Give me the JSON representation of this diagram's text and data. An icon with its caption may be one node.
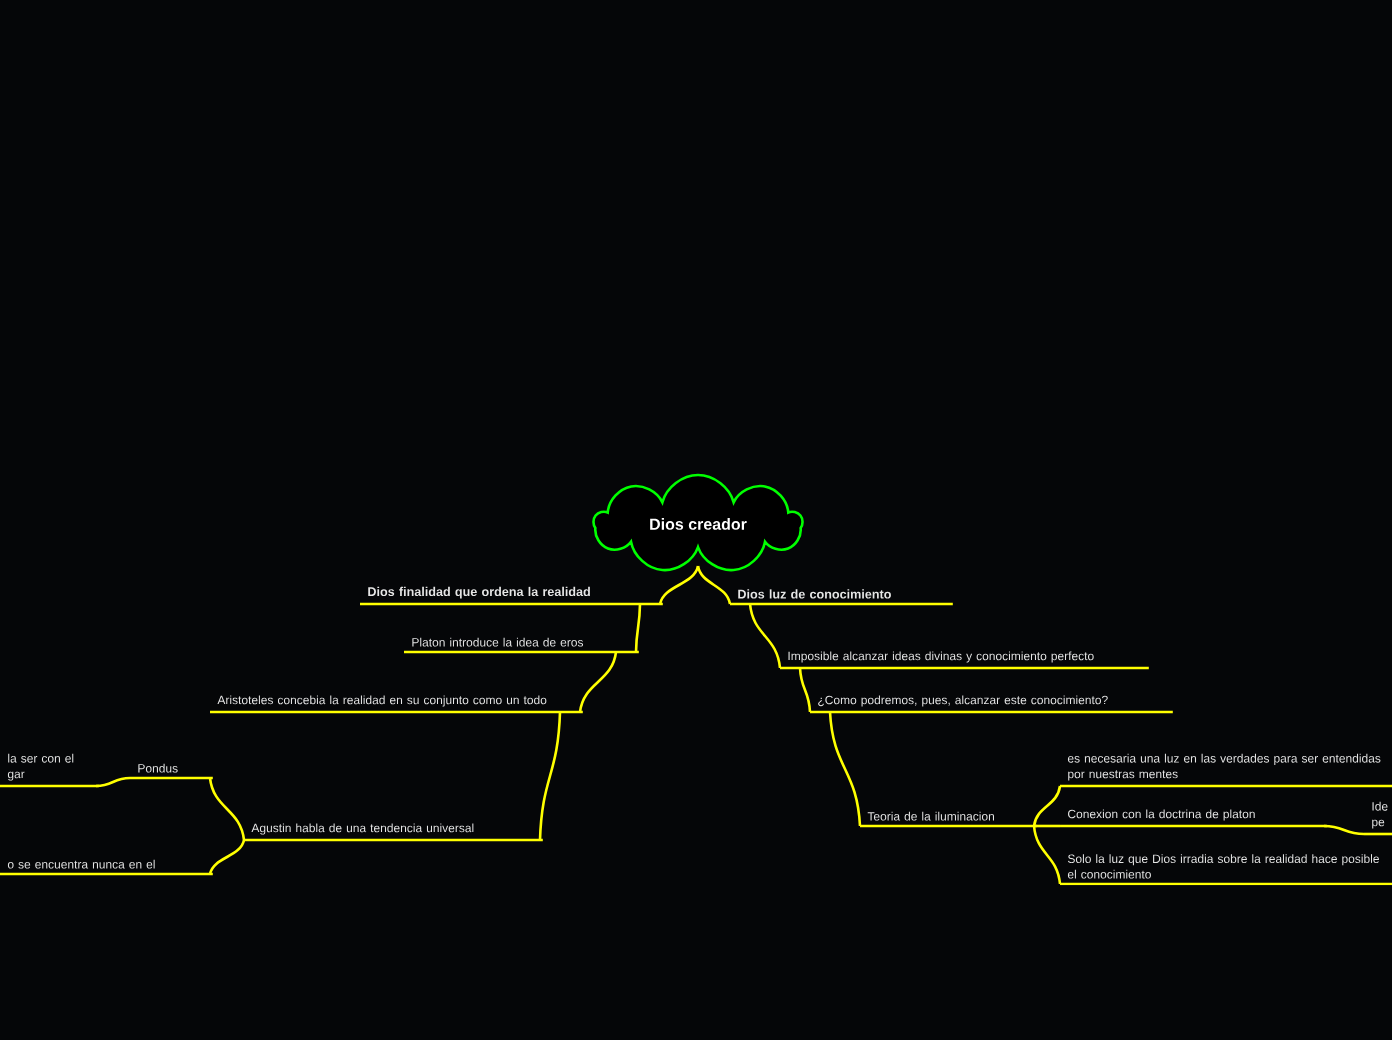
{
  "diagram": {
    "nodes": [
      {
        "text": [
          "Dios creador"
        ]
      },
      {
        "text": [
          "Dios finalidad que ordena la realidad"
        ]
      },
      {
        "text": [
          "Platon introduce la idea de eros"
        ]
      },
      {
        "text": [
          "Aristoteles concebia la realidad en su conjunto como un todo"
        ]
      },
      {
        "text": [
          "Agustin habla de una tendencia universal"
        ]
      },
      {
        "text": [
          "Pondus"
        ]
      },
      {
        "text": [
          "la ser con el gar"
        ]
      },
      {
        "text": [
          "o se encuentra nunca en el"
        ]
      },
      {
        "text": [
          "Dios luz de conocimiento"
        ]
      },
      {
        "text": [
          "Imposible alcanzar ideas divinas y conocimiento perfecto"
        ]
      },
      {
        "text": [
          "¿Como podremos, pues, alcanzar este conocimiento?"
        ]
      },
      {
        "text": [
          "Teoria de la iluminacion"
        ]
      },
      {
        "text": [
          "es necesaria una luz en las verdades para ser entendidas por nuestras mentes"
        ]
      },
      {
        "text": [
          "Conexion con la doctrina de platon"
        ]
      },
      {
        "text": [
          "Ide pe"
        ]
      },
      {
        "text": [
          "Solo la luz que Dios irradia sobre la realidad hace posible el conocimiento"
        ]
      }
    ],
    "edges": [
      {
        "from": 0,
        "to": 1,
        "arrow": "none"
      },
      {
        "from": 1,
        "to": 2,
        "arrow": "none"
      },
      {
        "from": 2,
        "to": 3,
        "arrow": "none"
      },
      {
        "from": 3,
        "to": 4,
        "arrow": "none"
      },
      {
        "from": 4,
        "to": 5,
        "arrow": "none"
      },
      {
        "from": 5,
        "to": 6,
        "arrow": "none"
      },
      {
        "from": 4,
        "to": 7,
        "arrow": "none"
      },
      {
        "from": 0,
        "to": 8,
        "arrow": "none"
      },
      {
        "from": 8,
        "to": 9,
        "arrow": "none"
      },
      {
        "from": 9,
        "to": 10,
        "arrow": "none"
      },
      {
        "from": 10,
        "to": 11,
        "arrow": "none"
      },
      {
        "from": 11,
        "to": 12,
        "arrow": "none"
      },
      {
        "from": 11,
        "to": 13,
        "arrow": "none"
      },
      {
        "from": 13,
        "to": 14,
        "arrow": "none"
      },
      {
        "from": 11,
        "to": 15,
        "arrow": "none"
      }
    ]
  }
}
